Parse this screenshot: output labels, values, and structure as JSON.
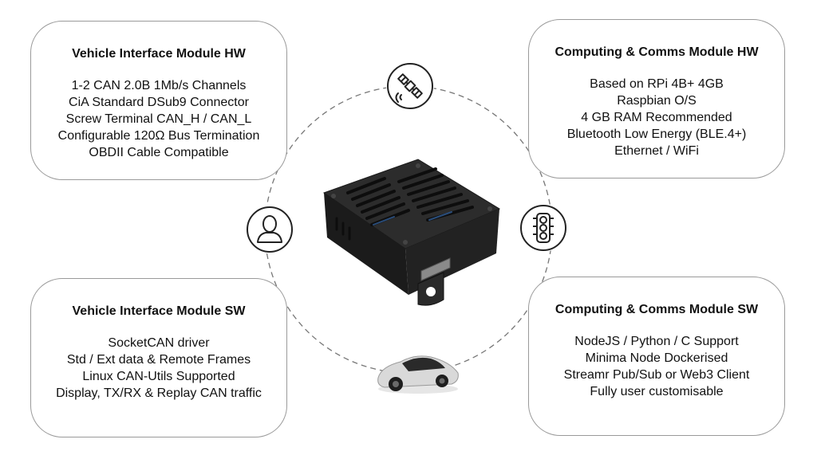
{
  "cards": {
    "vim_hw": {
      "title": "Vehicle Interface Module HW",
      "lines": [
        "1-2 CAN 2.0B 1Mb/s Channels",
        "CiA Standard DSub9 Connector",
        "Screw Terminal CAN_H / CAN_L",
        "Configurable 120Ω Bus Termination",
        "OBDII Cable Compatible"
      ]
    },
    "ccm_hw": {
      "title": "Computing & Comms Module HW",
      "lines": [
        "Based on RPi 4B+ 4GB",
        "Raspbian O/S",
        "4 GB RAM Recommended",
        "Bluetooth Low Energy (BLE.4+)",
        "Ethernet / WiFi"
      ]
    },
    "vim_sw": {
      "title": "Vehicle Interface Module SW",
      "lines": [
        "SocketCAN driver",
        "Std / Ext data & Remote Frames",
        "Linux CAN-Utils Supported",
        "Display, TX/RX & Replay CAN traffic"
      ]
    },
    "ccm_sw": {
      "title": "Computing & Comms Module SW",
      "lines": [
        "NodeJS / Python / C Support",
        "Minima Node Dockerised",
        "Streamr Pub/Sub or Web3 Client",
        "Fully user customisable"
      ]
    }
  },
  "icons": {
    "satellite": "satellite-icon",
    "user": "user-icon",
    "traffic_light": "traffic-light-icon",
    "device": "device-enclosure",
    "car": "car-image"
  },
  "colors": {
    "border": "#9a9a9a",
    "dashed_ring": "#777777",
    "text": "#111111"
  }
}
